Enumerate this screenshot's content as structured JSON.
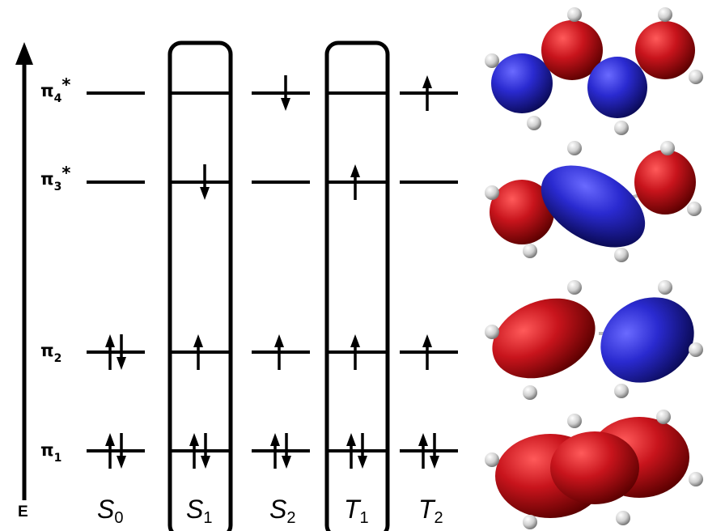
{
  "axis": {
    "label": "E"
  },
  "levels": [
    {
      "id": "pi4",
      "base": "π",
      "sub": "4",
      "sup": "*"
    },
    {
      "id": "pi3",
      "base": "π",
      "sub": "3",
      "sup": "*"
    },
    {
      "id": "pi2",
      "base": "π",
      "sub": "2",
      "sup": ""
    },
    {
      "id": "pi1",
      "base": "π",
      "sub": "1",
      "sup": ""
    }
  ],
  "states": [
    {
      "id": "S0",
      "base": "S",
      "sub": "0",
      "boxed": false,
      "occupancy": {
        "pi4": "",
        "pi3": "",
        "pi2": "pair",
        "pi1": "pair"
      }
    },
    {
      "id": "S1",
      "base": "S",
      "sub": "1",
      "boxed": true,
      "occupancy": {
        "pi4": "",
        "pi3": "down",
        "pi2": "up",
        "pi1": "pair"
      }
    },
    {
      "id": "S2",
      "base": "S",
      "sub": "2",
      "boxed": false,
      "occupancy": {
        "pi4": "down",
        "pi3": "",
        "pi2": "up",
        "pi1": "pair"
      }
    },
    {
      "id": "T1",
      "base": "T",
      "sub": "1",
      "boxed": true,
      "occupancy": {
        "pi4": "",
        "pi3": "up",
        "pi2": "up",
        "pi1": "pair"
      }
    },
    {
      "id": "T2",
      "base": "T",
      "sub": "2",
      "boxed": false,
      "occupancy": {
        "pi4": "up",
        "pi3": "",
        "pi2": "up",
        "pi1": "pair"
      }
    }
  ],
  "orbitals": [
    {
      "level": "pi4",
      "lobes": [
        "blue",
        "red",
        "blue",
        "red"
      ]
    },
    {
      "level": "pi3",
      "lobes": [
        "red",
        "blue",
        "red"
      ]
    },
    {
      "level": "pi2",
      "lobes": [
        "red",
        "blue"
      ]
    },
    {
      "level": "pi1",
      "lobes": [
        "red"
      ]
    }
  ],
  "colors": {
    "red": "#c8141c",
    "blue": "#2a2ad0",
    "hydrogen": "#d8d8d8",
    "line": "#000000"
  }
}
